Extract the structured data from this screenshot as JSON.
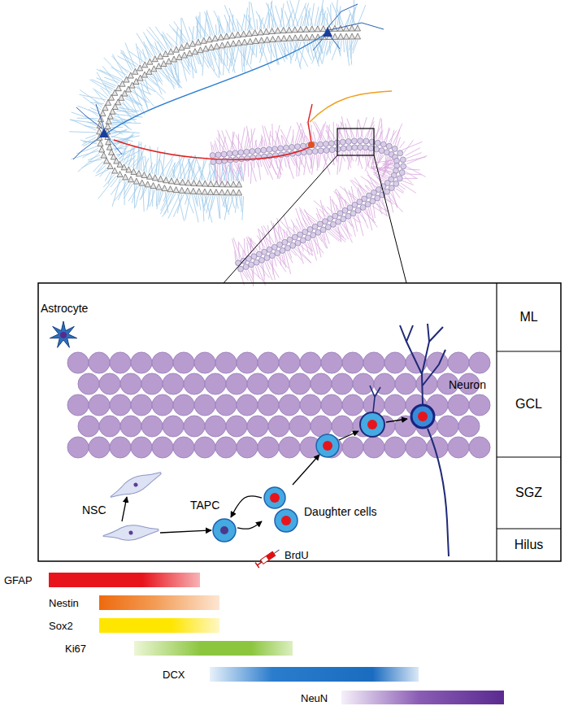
{
  "diagram": {
    "nodes": [
      {
        "text": [
          "Astrocyte"
        ]
      },
      {
        "text": [
          "ML"
        ]
      },
      {
        "text": [
          "GCL"
        ]
      },
      {
        "text": [
          "Neuron"
        ]
      },
      {
        "text": [
          "NSC"
        ]
      },
      {
        "text": [
          "TAPC"
        ]
      },
      {
        "text": [
          "Daughter cells"
        ]
      },
      {
        "text": [
          "SGZ"
        ]
      },
      {
        "text": [
          "Hilus"
        ]
      },
      {
        "text": [
          "GFAP"
        ]
      },
      {
        "text": [
          "Nestin"
        ]
      },
      {
        "text": [
          "Sox2"
        ]
      },
      {
        "text": [
          "Ki67"
        ]
      },
      {
        "text": [
          "DCX"
        ]
      },
      {
        "text": [
          "NeuN"
        ]
      }
    ],
    "edges": [
      {
        "from": 4,
        "to": 5,
        "arrow": "to"
      },
      {
        "from": 5,
        "to": 6,
        "arrow": "to"
      },
      {
        "from": 6,
        "to": 5,
        "arrow": "to"
      }
    ],
    "labels": [
      "BrdU"
    ]
  }
}
